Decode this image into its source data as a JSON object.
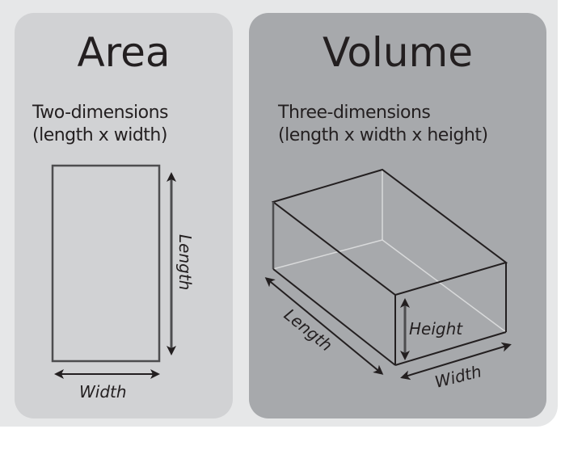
{
  "panels": {
    "area": {
      "title": "Area",
      "subtitle_line1": "Two-dimensions",
      "subtitle_line2": "(length x width)",
      "labels": {
        "length": "Length",
        "width": "Width"
      },
      "background": "#d1d2d4"
    },
    "volume": {
      "title": "Volume",
      "subtitle_line1": "Three-dimensions",
      "subtitle_line2": "(length x width x height)",
      "labels": {
        "length": "Length",
        "width": "Width",
        "height": "Height"
      },
      "background": "#a7a9ac"
    }
  },
  "colors": {
    "frame": "#e6e7e8",
    "ink": "#231f20"
  }
}
